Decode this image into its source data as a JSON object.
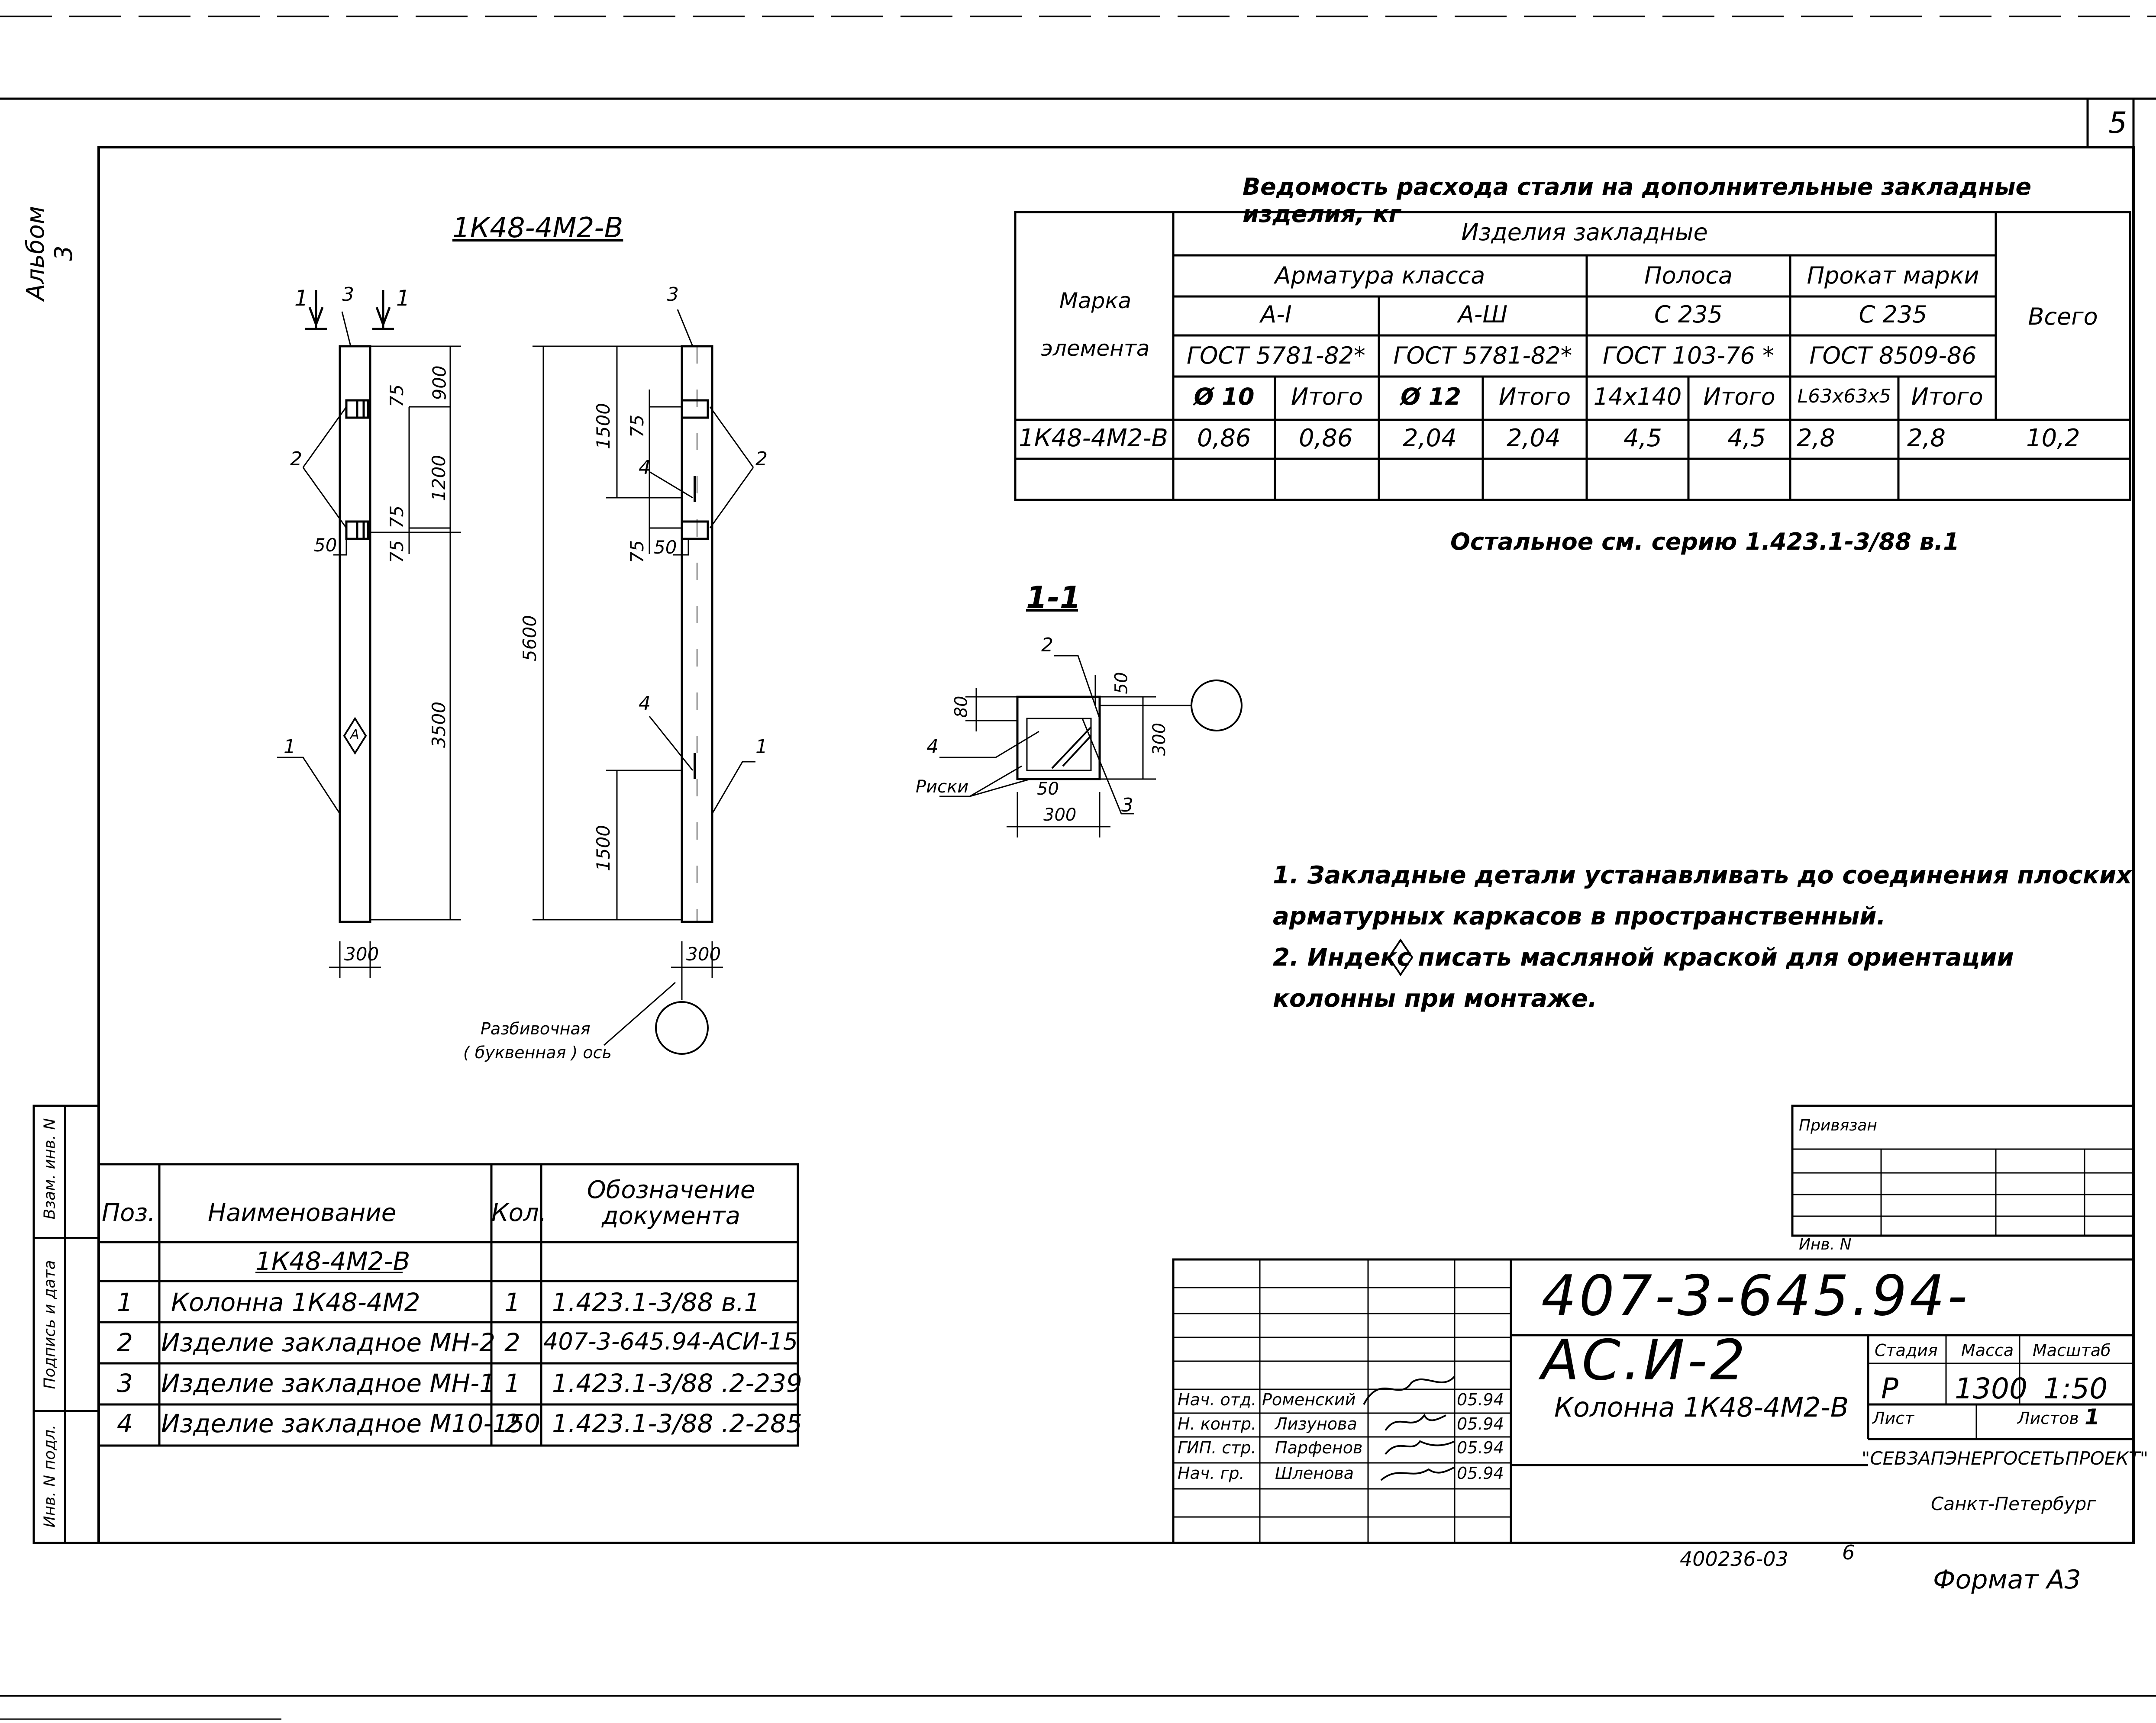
{
  "sheet": {
    "page_number": "5",
    "album_label": "Альбом 3",
    "format_label": "Формат А3",
    "archive_number": "400236-03",
    "archive_copy": "6"
  },
  "drawing": {
    "title": "1К48-4М2-В",
    "section_label": "1-1",
    "axis_note_line1": "Разбивочная",
    "axis_note_line2": "( буквенная ) ось",
    "index_mark": "А",
    "dims": {
      "d900": "900",
      "d1200": "1200",
      "d3500": "3500",
      "d5600": "5600",
      "d1500a": "1500",
      "d1500b": "1500",
      "d75": "75",
      "d50": "50",
      "d300": "300",
      "s80": "80",
      "s50": "50",
      "s300v": "300",
      "s300h": "300",
      "s50b": "50"
    },
    "callouts": {
      "c1": "1",
      "c2": "2",
      "c3": "3",
      "c4": "4",
      "cut": "1",
      "riski": "Риски"
    }
  },
  "steel_table": {
    "title": "Ведомость расхода стали на дополнительные закладные изделия, кг",
    "h_mark": "Марка элемента",
    "h_items": "Изделия закладные",
    "h_rebar": "Арматура класса",
    "h_strip": "Полоса",
    "h_rolled": "Прокат марки",
    "h_total": "Всего",
    "h_a1": "А-I",
    "h_a3": "А-Ш",
    "h_c235a": "С 235",
    "h_c235b": "С 235",
    "h_gost1": "ГОСТ 5781-82*",
    "h_gost2": "ГОСТ 5781-82*",
    "h_gost3": "ГОСТ 103-76 *",
    "h_gost4": "ГОСТ 8509-86",
    "h_d10": "Ø 10",
    "h_itogo1": "Итого",
    "h_d12": "Ø 12",
    "h_itogo2": "Итого",
    "h_14x140": "14х140",
    "h_itogo3": "Итого",
    "h_l63": "L63х63х5",
    "h_itogo4": "Итого",
    "row": [
      "1К48-4М2-В",
      "0,86",
      "0,86",
      "2,04",
      "2,04",
      "4,5",
      "4,5",
      "2,8",
      "2,8",
      "10,2"
    ],
    "note": "Остальное см. серию 1.423.1-3/88 в.1"
  },
  "notes": {
    "n1a": "1. Закладные детали устанавливать до соединения плоских",
    "n1b": "арматурных каркасов в пространственный.",
    "n2a": "2. Индекс",
    "n2b": "писать масляной краской для ориентации",
    "n2c": "колонны при монтаже."
  },
  "spec_table": {
    "headers": {
      "pos": "Поз.",
      "name": "Наименование",
      "qty": "Кол.",
      "doc": "Обозначение документа"
    },
    "group": "1К48-4М2-В",
    "rows": [
      {
        "pos": "1",
        "name": "Колонна 1К48-4М2",
        "qty": "1",
        "doc": "1.423.1-3/88 в.1"
      },
      {
        "pos": "2",
        "name": "Изделие закладное МН-2",
        "qty": "2",
        "doc": "407-3-645.94-АСИ-15"
      },
      {
        "pos": "3",
        "name": "Изделие закладное МН-1",
        "qty": "1",
        "doc": "1.423.1-3/88 .2-239"
      },
      {
        "pos": "4",
        "name": "Изделие закладное М10-150",
        "qty": "2",
        "doc": "1.423.1-3/88 .2-285"
      }
    ]
  },
  "side_stamp": {
    "vzam": "Взам. инв. N",
    "podpis": "Подпись и дата",
    "inv": "Инв. N подл."
  },
  "title_block": {
    "privyazan": "Привязан",
    "inv_no": "Инв. N",
    "code": "407-3-645.94-АС.И-2",
    "name": "Колонна 1К48-4М2-В",
    "stage_h": "Стадия",
    "mass_h": "Масса",
    "scale_h": "Масштаб",
    "stage": "Р",
    "mass": "1300",
    "scale": "1:50",
    "sheet_h": "Лист",
    "sheets_h": "Листов",
    "sheets": "1",
    "org": "\"СЕВЗАПЭНЕРГОСЕТЬПРОЕКТ\"",
    "city": "Санкт-Петербург",
    "people": [
      {
        "role": "Нач. отд.",
        "name": "Роменский",
        "date": "05.94"
      },
      {
        "role": "Н. контр.",
        "name": "Лизунова",
        "date": "05.94"
      },
      {
        "role": "ГИП. стр.",
        "name": "Парфенов",
        "date": "05.94"
      },
      {
        "role": "Нач. гр.",
        "name": "Шленова",
        "date": "05.94"
      }
    ]
  }
}
